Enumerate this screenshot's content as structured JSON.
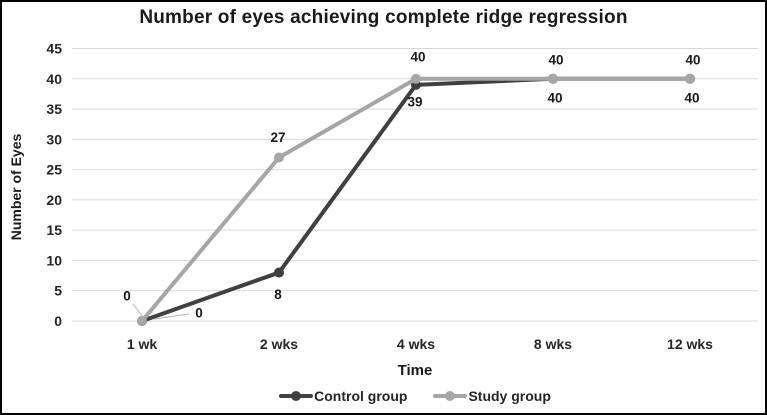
{
  "figure": {
    "background": "#ffffff",
    "border_color": "#000000"
  },
  "chart_data": {
    "type": "line",
    "title": "Number of eyes achieving complete ridge regression",
    "xlabel": "Time",
    "ylabel": "Number of Eyes",
    "categories": [
      "1 wk",
      "2 wks",
      "4 wks",
      "8 wks",
      "12 wks"
    ],
    "series": [
      {
        "name": "Control group",
        "color": "#404040",
        "values": [
          0,
          8,
          39,
          40,
          40
        ]
      },
      {
        "name": "Study group",
        "color": "#a6a6a6",
        "values": [
          0,
          27,
          40,
          40,
          40
        ]
      }
    ],
    "ylim": [
      0,
      45
    ],
    "yticks": [
      0,
      5,
      10,
      15,
      20,
      25,
      30,
      35,
      40,
      45
    ],
    "grid": true,
    "gridline_color": "#d9d9d9",
    "leader_line_color": "#b3b3b3",
    "tick_label_color": "#262626",
    "data_label_color": "#1a1a1a",
    "data_labels": true,
    "legend_position": "bottom",
    "marker": "circle"
  }
}
